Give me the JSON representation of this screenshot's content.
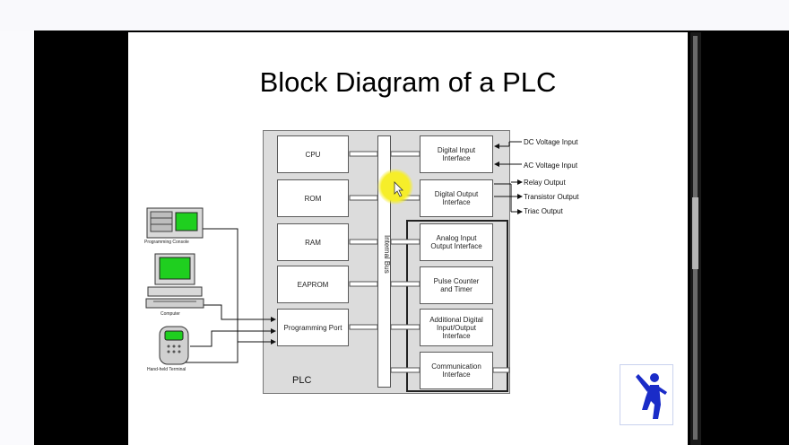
{
  "slide": {
    "title": "Block Diagram of a PLC",
    "plc_label": "PLC",
    "bus_label": "Internal Bus",
    "cpu_blocks": [
      "CPU",
      "ROM",
      "RAM",
      "EAPROM",
      "Programming Port"
    ],
    "interfaces": [
      "Digital Input\nInterface",
      "Digital Output\nInterface",
      "Analog Input\nOutput Interface",
      "Pulse Counter\nand Timer",
      "Additional Digital\nInput/Output\nInterface",
      "Communication\nInterface"
    ],
    "inputs": [
      "DC Voltage Input",
      "AC Voltage Input"
    ],
    "outputs": [
      "Relay Output",
      "Transistor Output",
      "Triac Output"
    ],
    "devices": [
      "Programming Console",
      "Computer",
      "Hand-held Terminal"
    ]
  },
  "colors": {
    "highlight": "#f6ee2a",
    "avatar": "#1a2cc8",
    "screen": "#1fcf1f"
  },
  "icons": {
    "avatar": "person-waving-icon",
    "cursor": "mouse-pointer-icon"
  }
}
